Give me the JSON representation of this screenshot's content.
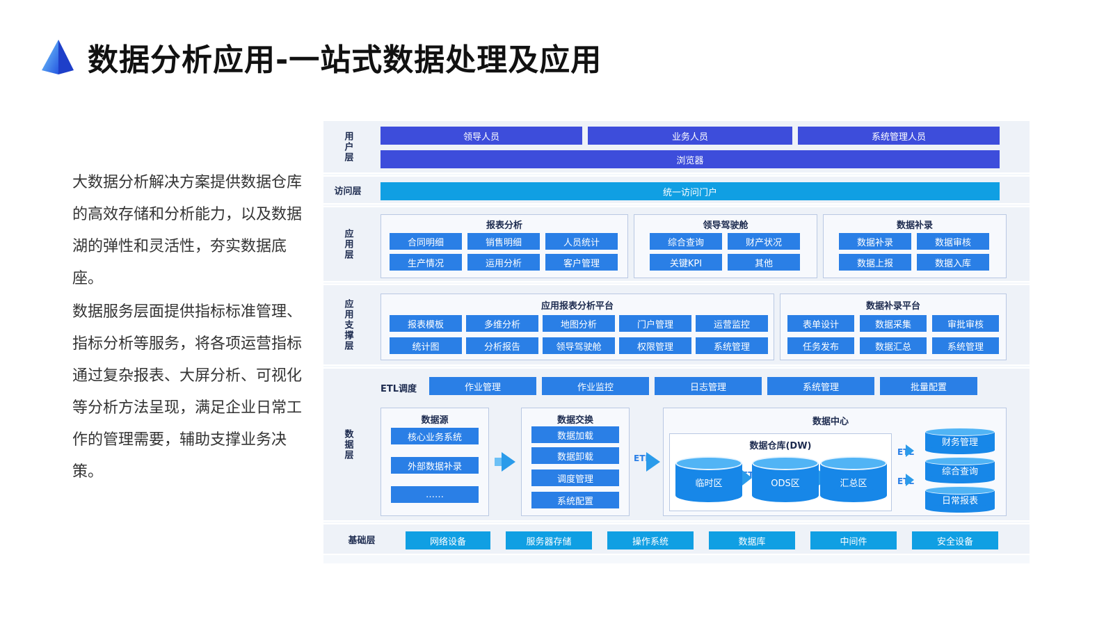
{
  "title": "数据分析应用-一站式数据处理及应用",
  "intro": [
    "大数据分析解决方案提供数据仓库的高效存储和分析能力，以及数据湖的弹性和灵活性，夯实数据底座。",
    "数据服务层面提供指标标准管理、指标分析等服务，将各项运营指标通过复杂报表、大屏分析、可视化等分析方法呈现，满足企业日常工作的管理需要，辅助支撑业务决策。"
  ],
  "layers": {
    "user": {
      "label": "用户层",
      "items": [
        "领导人员",
        "业务人员",
        "系统管理人员"
      ],
      "browser": "浏览器"
    },
    "access": {
      "label": "访问层",
      "portal": "统一访问门户"
    },
    "app": {
      "label": "应用层",
      "groups": [
        {
          "title": "报表分析",
          "items": [
            "合同明细",
            "销售明细",
            "人员统计",
            "生产情况",
            "运用分析",
            "客户管理"
          ]
        },
        {
          "title": "领导驾驶舱",
          "items": [
            "综合查询",
            "财产状况",
            "关键KPI",
            "其他"
          ]
        },
        {
          "title": "数据补录",
          "items": [
            "数据补录",
            "数据审核",
            "数据上报",
            "数据入库"
          ]
        }
      ]
    },
    "support": {
      "label": "应用支撑层",
      "groups": [
        {
          "title": "应用报表分析平台",
          "items": [
            "报表模板",
            "多维分析",
            "地图分析",
            "门户管理",
            "运营监控",
            "统计图",
            "分析报告",
            "领导驾驶舱",
            "权限管理",
            "系统管理"
          ]
        },
        {
          "title": "数据补录平台",
          "items": [
            "表单设计",
            "数据采集",
            "审批审核",
            "任务发布",
            "数据汇总",
            "系统管理"
          ]
        }
      ]
    },
    "data": {
      "label": "数据层",
      "etl_label": "ETL调度",
      "etl_items": [
        "作业管理",
        "作业监控",
        "日志管理",
        "系统管理",
        "批量配置"
      ],
      "source": {
        "title": "数据源",
        "items": [
          "核心业务系统",
          "外部数据补录",
          "……"
        ]
      },
      "exchange": {
        "title": "数据交换",
        "items": [
          "数据加载",
          "数据卸载",
          "调度管理",
          "系统配置"
        ]
      },
      "center": {
        "title": "数据中心",
        "dw_title": "数据仓库(DW)",
        "dw_items": [
          "临时区",
          "ODS区",
          "汇总区"
        ],
        "outputs": [
          "财务管理",
          "综合查询",
          "日常报表"
        ]
      },
      "etl_tag": "ETL"
    },
    "base": {
      "label": "基础层",
      "items": [
        "网络设备",
        "服务器存储",
        "操作系统",
        "数据库",
        "中间件",
        "安全设备"
      ]
    }
  },
  "colors": {
    "dark_blue": "#3d4ddb",
    "mid_blue": "#2a7fe6",
    "cyan": "#109fe3",
    "panel": "#eef2f8"
  }
}
